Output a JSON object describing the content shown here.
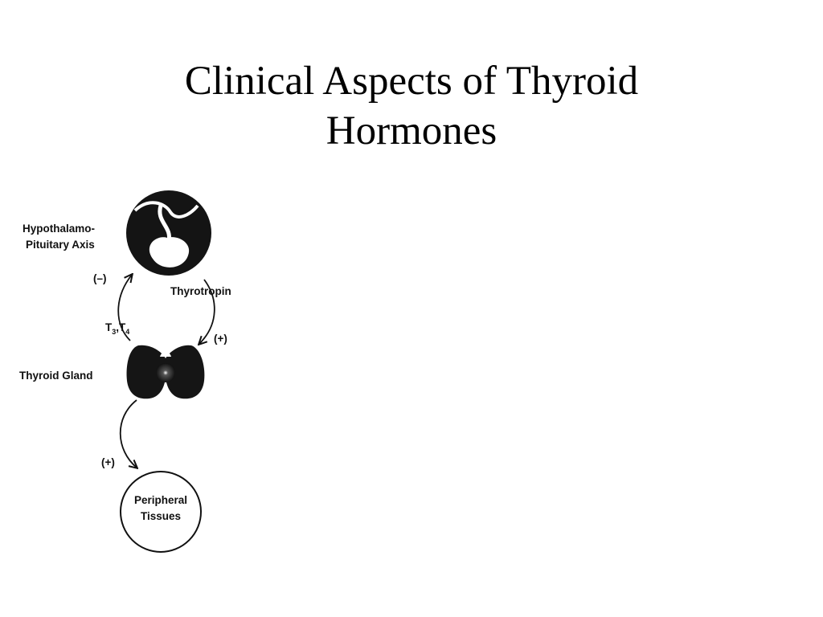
{
  "slide": {
    "title_line1": "Clinical Aspects of Thyroid",
    "title_line2": "Hormones"
  },
  "diagram": {
    "hypothalamo_label_line1": "Hypothalamo-",
    "hypothalamo_label_line2": "Pituitary Axis",
    "negative_feedback": "(–)",
    "thyrotropin": "Thyrotropin",
    "positive_thyrotropin": "(+)",
    "hormones_t": "T",
    "hormones_t3_sub": "3",
    "hormones_sep": ",T",
    "hormones_t4_sub": "4",
    "thyroid_gland": "Thyroid Gland",
    "positive_peripheral": "(+)",
    "peripheral_line1": "Peripheral",
    "peripheral_line2": "Tissues"
  }
}
